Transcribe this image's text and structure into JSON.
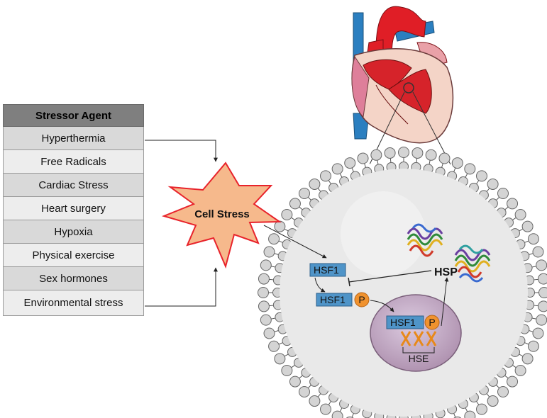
{
  "table": {
    "header": "Stressor Agent",
    "rows": [
      "Hyperthermia",
      "Free Radicals",
      "Cardiac Stress",
      "Heart surgery",
      "Hypoxia",
      "Physical exercise",
      "Sex hormones",
      "Environmental stress"
    ]
  },
  "burst_label": "Cell Stress",
  "labels": {
    "hsf1_a": "HSF1",
    "hsf1_b": "HSF1",
    "hsf1_c": "HSF1",
    "p_b": "P",
    "p_c": "P",
    "hsp": "HSP",
    "hse": "HSE"
  },
  "colors": {
    "burst_fill": "#f6b98c",
    "burst_stroke": "#e8232b",
    "hsf_fill": "#4f94c8",
    "phospho_fill": "#f0922e",
    "nucleus_fill": "#c6a7c4",
    "cell_fill": "#e8e8e8",
    "dna_color": "#e8891a"
  }
}
